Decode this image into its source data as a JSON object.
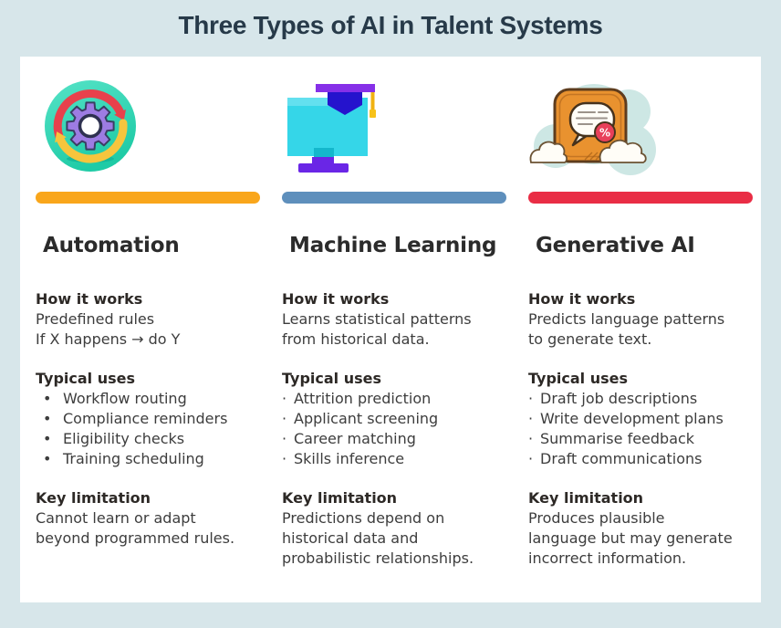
{
  "title": "Three Types of AI in Talent Systems",
  "theme": {
    "background": "#D7E6EA",
    "card": "#FFFFFF",
    "title_color": "#273A49"
  },
  "columns": [
    {
      "heading": "Automation",
      "icon": "process-cycle-icon",
      "accent": "#F9A61B",
      "bullet": "•",
      "how_label": "How it works",
      "how_lines": [
        "Predefined rules",
        "If X happens → do Y"
      ],
      "uses_label": "Typical uses",
      "uses": [
        "Workflow routing",
        "Compliance reminders",
        "Eligibility checks",
        "Training scheduling"
      ],
      "limit_label": "Key limitation",
      "limit_lines": [
        "Cannot learn or adapt",
        "beyond programmed rules."
      ]
    },
    {
      "heading": "Machine Learning",
      "icon": "computer-graduation-icon",
      "accent": "#5E8FBC",
      "bullet": "·",
      "how_label": "How it works",
      "how_lines": [
        "Learns statistical patterns",
        "from historical data."
      ],
      "uses_label": "Typical uses",
      "uses": [
        "Attrition prediction",
        "Applicant screening",
        "Career matching",
        "Skills inference"
      ],
      "limit_label": "Key limitation",
      "limit_lines": [
        "Predictions depend on",
        "historical data and",
        "probabilistic relationships."
      ]
    },
    {
      "heading": "Generative AI",
      "icon": "chat-percent-icon",
      "accent": "#E92D45",
      "bullet": "·",
      "how_label": "How it works",
      "how_lines": [
        "Predicts language patterns",
        "to generate text."
      ],
      "uses_label": "Typical uses",
      "uses": [
        "Draft job descriptions",
        "Write development plans",
        "Summarise feedback",
        "Draft communications"
      ],
      "limit_label": "Key limitation",
      "limit_lines": [
        "Produces plausible",
        "language but may generate",
        "incorrect information."
      ]
    }
  ]
}
